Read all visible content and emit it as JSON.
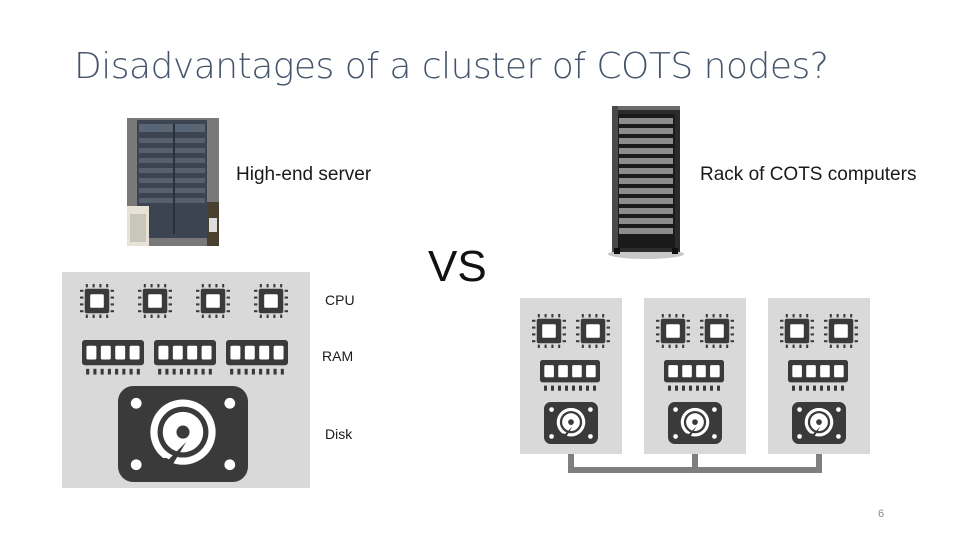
{
  "slide": {
    "title": "Disadvantages of a cluster of COTS nodes?",
    "vs": "VS",
    "page_number": "6"
  },
  "left": {
    "server_label": "High-end server",
    "cpu_label": "CPU",
    "ram_label": "RAM",
    "disk_label": "Disk",
    "cpu_count": 4,
    "ram_count": 3
  },
  "right": {
    "rack_label": "Rack of COTS computers",
    "node_count": 3,
    "cpus_per_node": 2,
    "ram_per_node": 1
  },
  "colors": {
    "title": "#44546a",
    "panel": "#d9d9d9",
    "icon": "#3a3a3a",
    "connector": "#7f7f7f"
  }
}
